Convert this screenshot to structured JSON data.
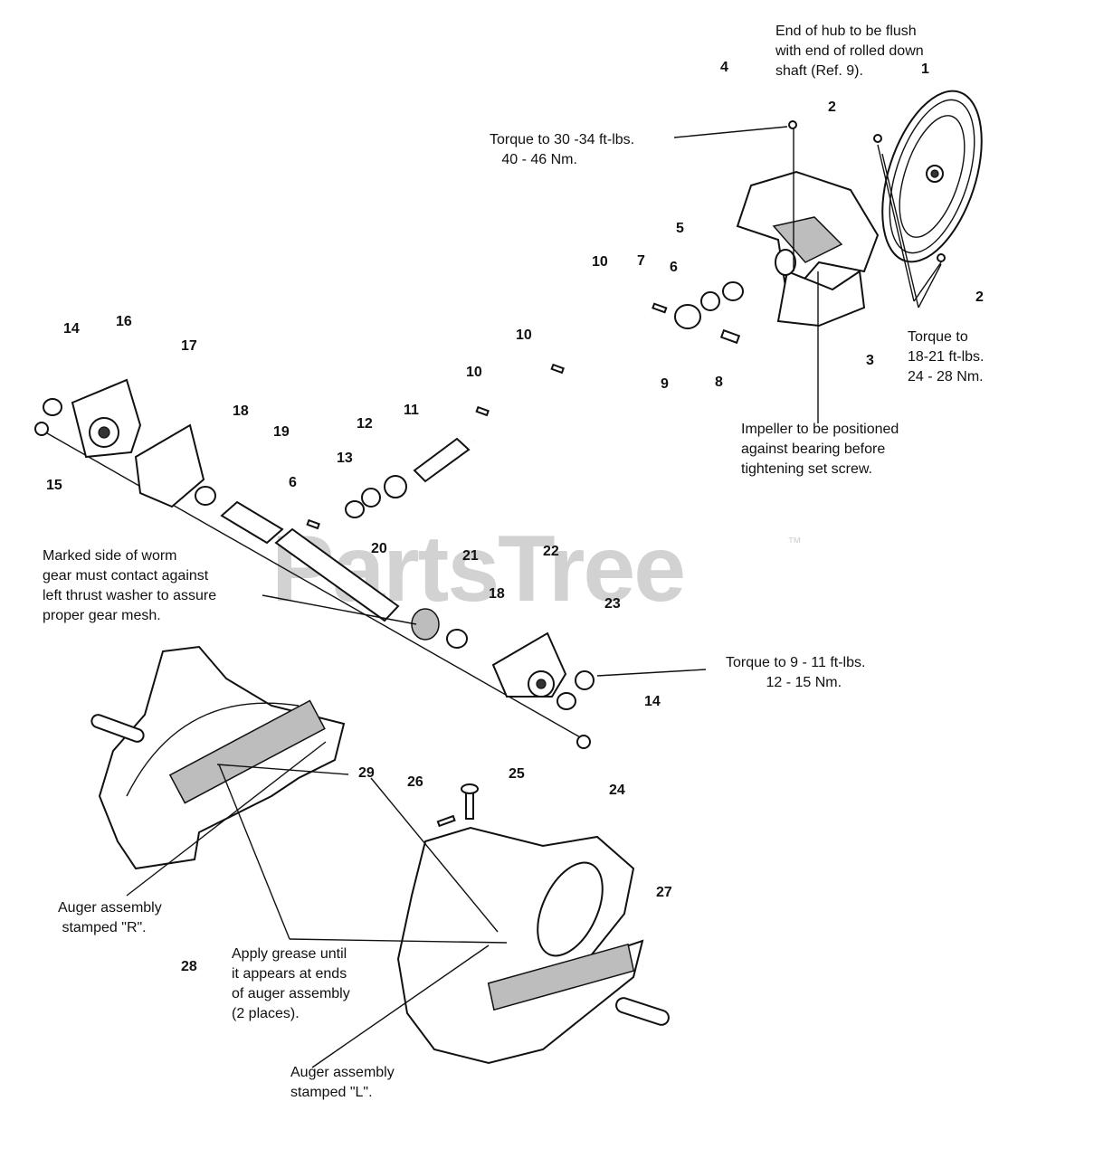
{
  "watermark": "PartsTree",
  "watermark_tm": "™",
  "notes": {
    "hub_flush": "End of hub to be flush\nwith end of rolled down\nshaft (Ref. 9).",
    "torque_30": "Torque to 30 -34 ft-lbs.\n   40 - 46 Nm.",
    "torque_18": "Torque to\n18-21 ft-lbs.\n24 - 28 Nm.",
    "impeller": "Impeller to be positioned\nagainst bearing before\ntightening set screw.",
    "worm_gear": "Marked side of worm\ngear must contact against\nleft thrust washer to assure\nproper gear mesh.",
    "torque_9": "Torque to 9 - 11 ft-lbs.\n          12 - 15 Nm.",
    "auger_r": "Auger assembly\n stamped \"R\".",
    "grease": "Apply grease until\nit appears at ends\nof auger assembly\n(2 places).",
    "auger_l": "Auger assembly\nstamped \"L\"."
  },
  "callouts": [
    "1",
    "2",
    "2",
    "3",
    "4",
    "5",
    "6",
    "7",
    "8",
    "9",
    "10",
    "10",
    "10",
    "11",
    "12",
    "13",
    "6",
    "14",
    "15",
    "16",
    "17",
    "18",
    "19",
    "20",
    "21",
    "22",
    "18",
    "23",
    "14",
    "24",
    "25",
    "26",
    "27",
    "28",
    "29"
  ]
}
